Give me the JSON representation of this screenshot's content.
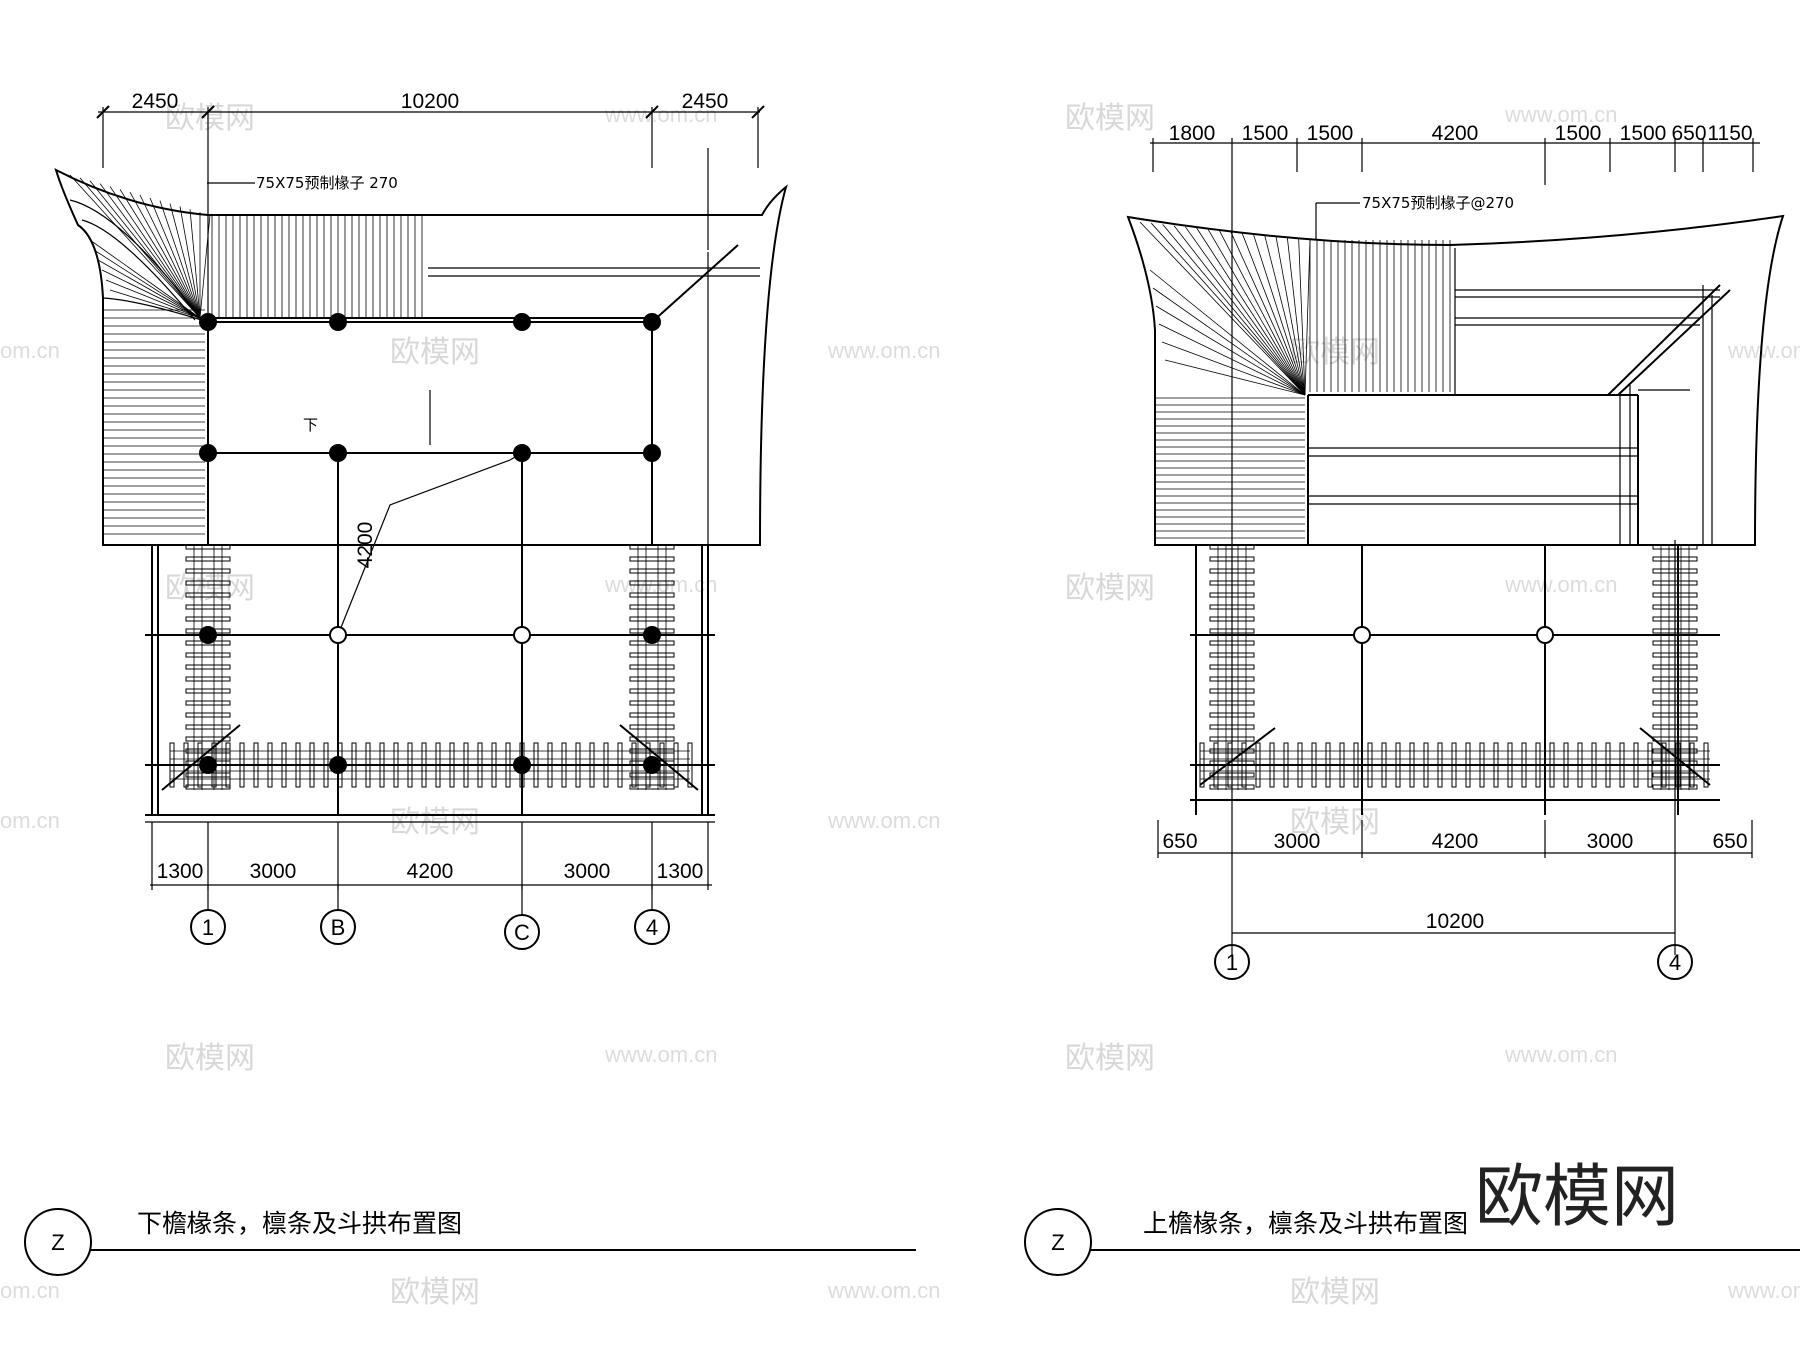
{
  "left_plan": {
    "top_dims": [
      "2450",
      "10200",
      "2450"
    ],
    "rafter_note": "75X75预制椽子 270",
    "down_label": "下",
    "diag_dim": "4200",
    "bottom_dims": [
      "1300",
      "3000",
      "4200",
      "3000",
      "1300"
    ],
    "axis_labels": [
      "1",
      "B",
      "C",
      "4"
    ],
    "title": "下檐椽条，檩条及斗拱布置图",
    "mark": "Z"
  },
  "right_plan": {
    "top_dims": [
      "1800",
      "1500",
      "1500",
      "4200",
      "1500",
      "1500",
      "650",
      "1150"
    ],
    "rafter_note": "75X75预制椽子@270",
    "bottom_dims": [
      "650",
      "3000",
      "4200",
      "3000",
      "650"
    ],
    "overall_dim": "10200",
    "axis_labels": [
      "1",
      "4"
    ],
    "title": "上檐椽条，檩条及斗拱布置图",
    "mark": "Z"
  },
  "watermark": {
    "brand": "欧模网",
    "url": "www.om.cn",
    "corner": "om.cn"
  },
  "logo": "欧模网"
}
